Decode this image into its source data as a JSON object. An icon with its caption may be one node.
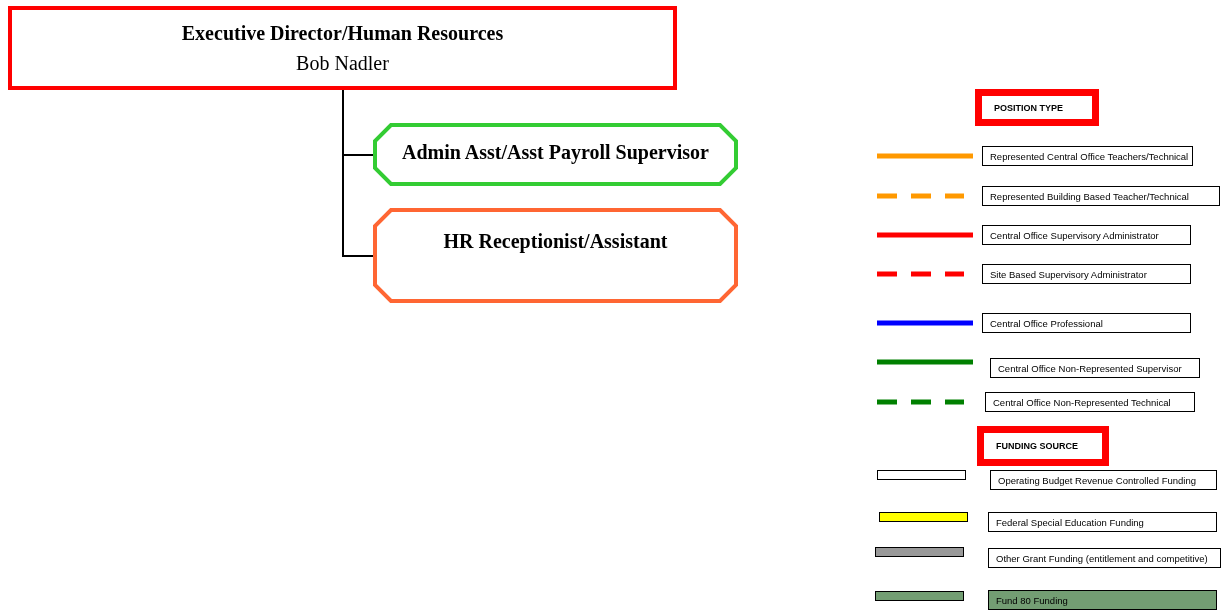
{
  "diagram": {
    "nodes": [
      {
        "text": [
          "Executive Director/Human Resources",
          "Bob Nadler"
        ]
      },
      {
        "text": [
          "Admin Asst/Asst Payroll Supervisor"
        ]
      },
      {
        "text": [
          "HR Receptionist/Assistant"
        ]
      }
    ],
    "edges": [
      {
        "from": 0,
        "to": 1,
        "arrow": "none"
      },
      {
        "from": 0,
        "to": 2,
        "arrow": "none"
      }
    ],
    "labels": [
      "POSITION TYPE",
      "FUNDING SOURCE"
    ],
    "legend": [
      {
        "text": "Represented Central Office Teachers/Technical"
      },
      {
        "text": "Represented Building Based Teacher/Technical"
      },
      {
        "text": "Central Office Supervisory Administrator"
      },
      {
        "text": "Site Based Supervisory Administrator"
      },
      {
        "text": "Central Office Professional"
      },
      {
        "text": "Central Office Non-Represented Supervisor"
      },
      {
        "text": "Central Office Non-Represented Technical"
      },
      {
        "text": "Operating Budget Revenue Controlled Funding",
        "color": "#ffffff"
      },
      {
        "text": "Federal Special Education Funding",
        "color": "#ffff00"
      },
      {
        "text": "Other Grant Funding (entitlement and competitive)",
        "color": "#999999"
      },
      {
        "text": "Fund 80 Funding",
        "color": "#739e73"
      }
    ]
  }
}
